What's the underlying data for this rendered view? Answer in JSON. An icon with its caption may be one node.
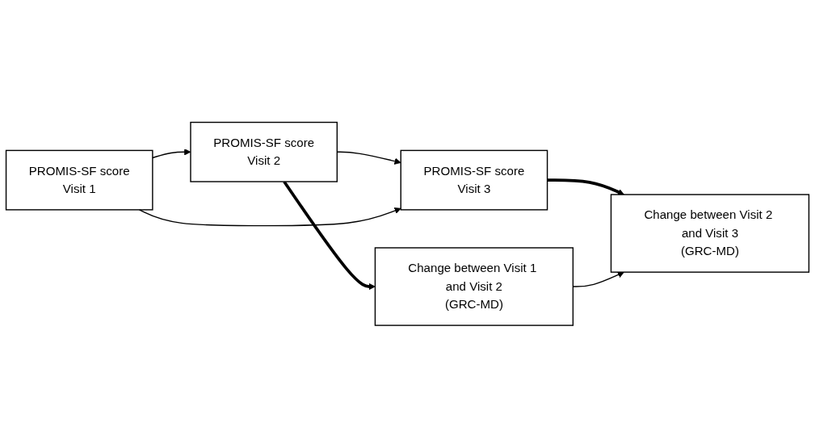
{
  "diagram": {
    "nodes": [
      {
        "text": [
          "PROMIS-SF score",
          "Visit 1"
        ]
      },
      {
        "text": [
          "PROMIS-SF score",
          "Visit 2"
        ]
      },
      {
        "text": [
          "PROMIS-SF score",
          "Visit 3"
        ]
      },
      {
        "text": [
          "Change between Visit 1 and Visit 2",
          "(GRC-MD)"
        ]
      },
      {
        "text": [
          "Change between Visit 2 and Visit 3",
          "(GRC-MD)"
        ]
      }
    ],
    "edges": [
      {
        "from": 0,
        "to": 1,
        "arrow": "to"
      },
      {
        "from": 1,
        "to": 2,
        "arrow": "to"
      },
      {
        "from": 0,
        "to": 2,
        "arrow": "to"
      },
      {
        "from": 1,
        "to": 3,
        "arrow": "to",
        "style": "thick"
      },
      {
        "from": 2,
        "to": 4,
        "arrow": "to",
        "style": "thick"
      },
      {
        "from": 3,
        "to": 4,
        "arrow": "to"
      }
    ]
  }
}
